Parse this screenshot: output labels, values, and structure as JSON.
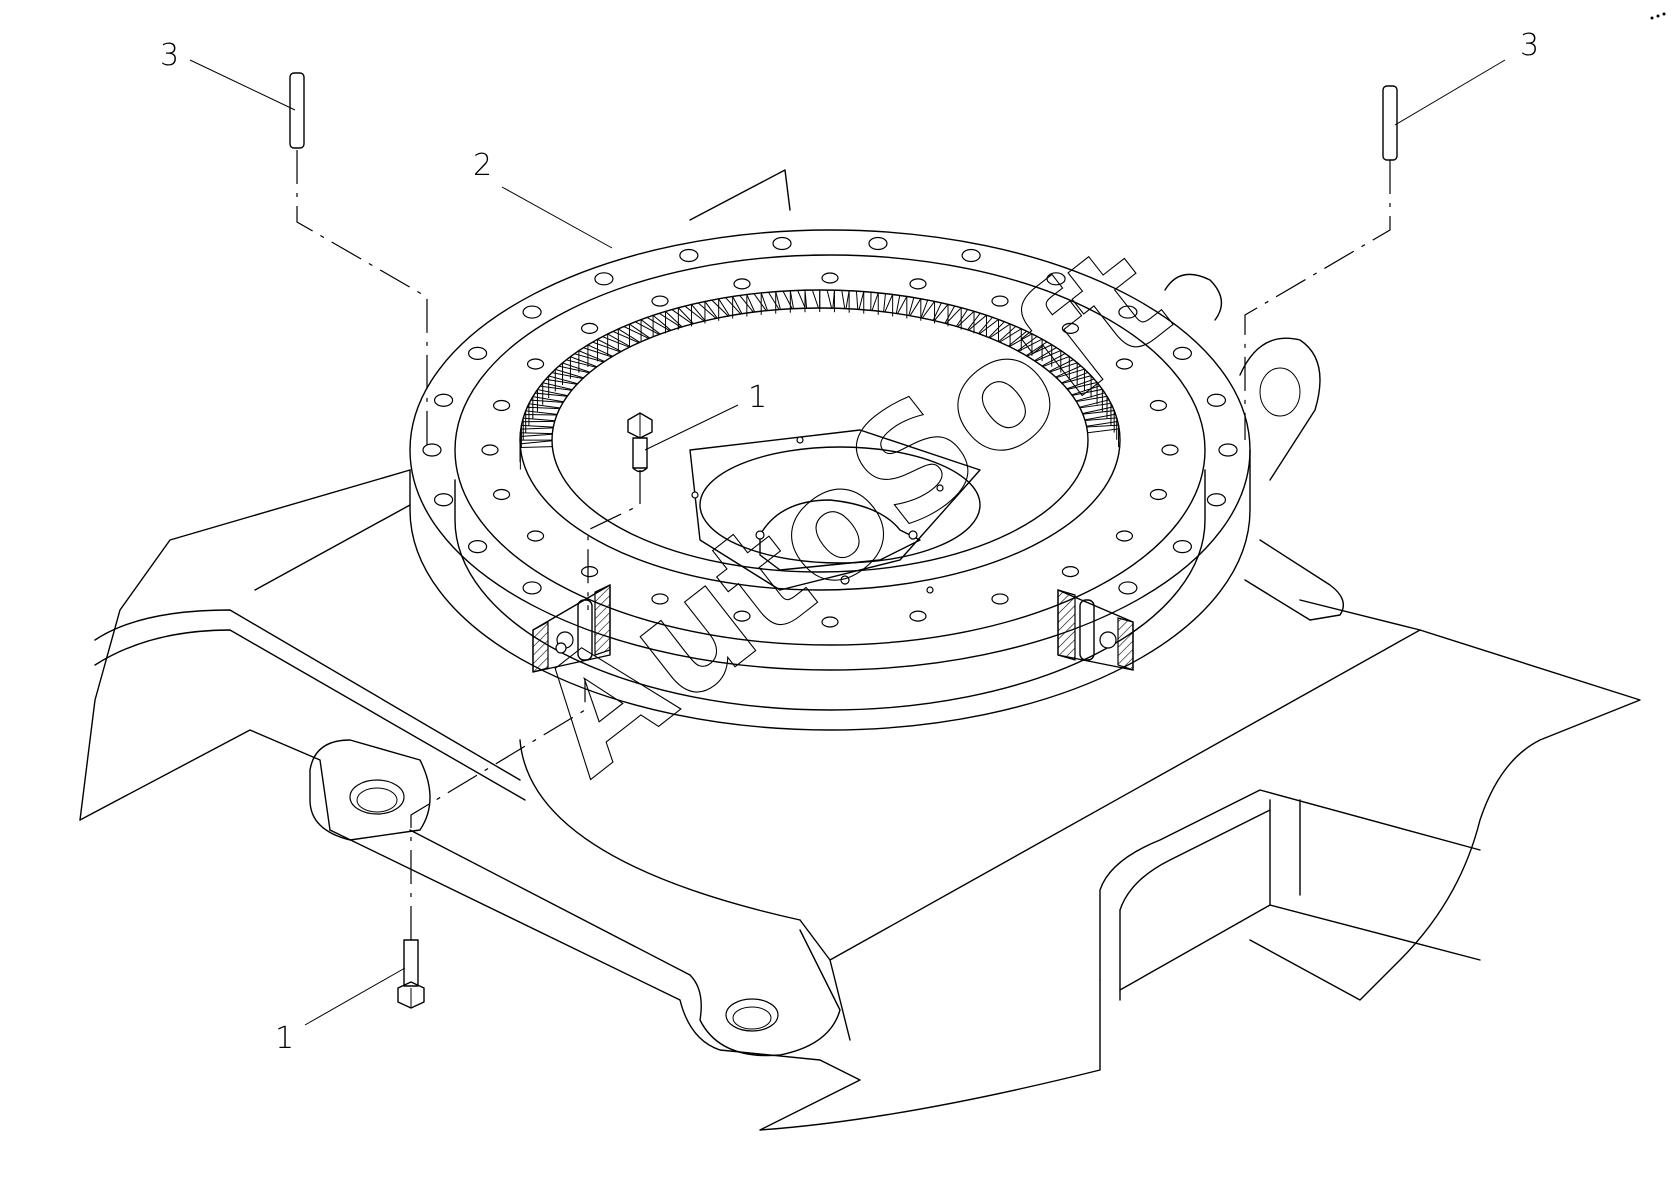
{
  "callouts": [
    {
      "id": "bolt-top",
      "label": "1"
    },
    {
      "id": "bolt-bottom",
      "label": "1"
    },
    {
      "id": "slewing-ring",
      "label": "2"
    },
    {
      "id": "pin-left",
      "label": "3"
    },
    {
      "id": "pin-right",
      "label": "3"
    }
  ],
  "watermark": "AutoSoft",
  "colors": {
    "line": "#000000",
    "background": "#ffffff"
  }
}
